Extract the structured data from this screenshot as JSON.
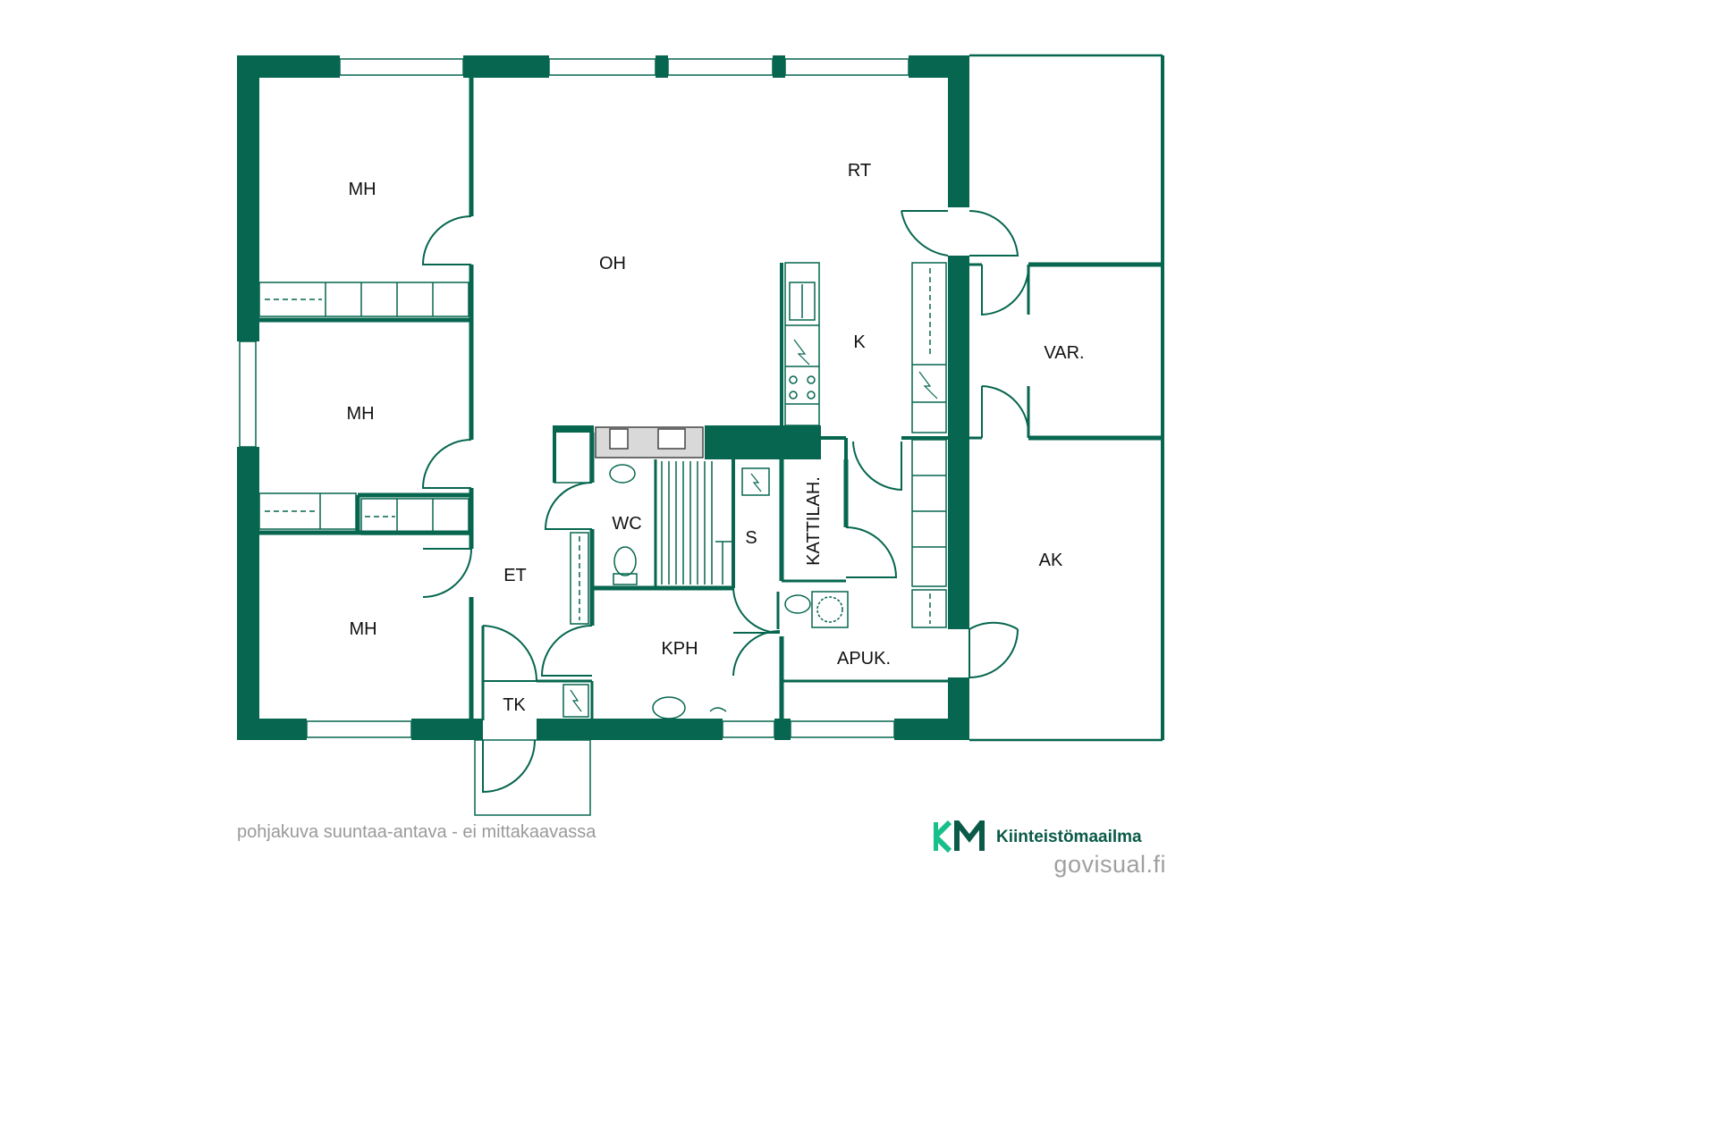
{
  "plan": {
    "wall_color": "#06664f",
    "line_color": "#06664f",
    "rooms": {
      "mh_top": "MH",
      "mh_mid": "MH",
      "mh_bottom": "MH",
      "oh": "OH",
      "rt": "RT",
      "k": "K",
      "var": "VAR.",
      "ak": "AK",
      "wc": "WC",
      "s": "S",
      "kattilah": "KATTILAH.",
      "et": "ET",
      "kph": "KPH",
      "apuk": "APUK.",
      "tk": "TK"
    }
  },
  "footer": {
    "disclaimer": "pohjakuva suuntaa-antava - ei mittakaavassa",
    "brand_name": "Kiinteistömaailma",
    "website": "govisual.fi",
    "brand_color": "#0a5a47",
    "brand_accent": "#17c08a"
  }
}
